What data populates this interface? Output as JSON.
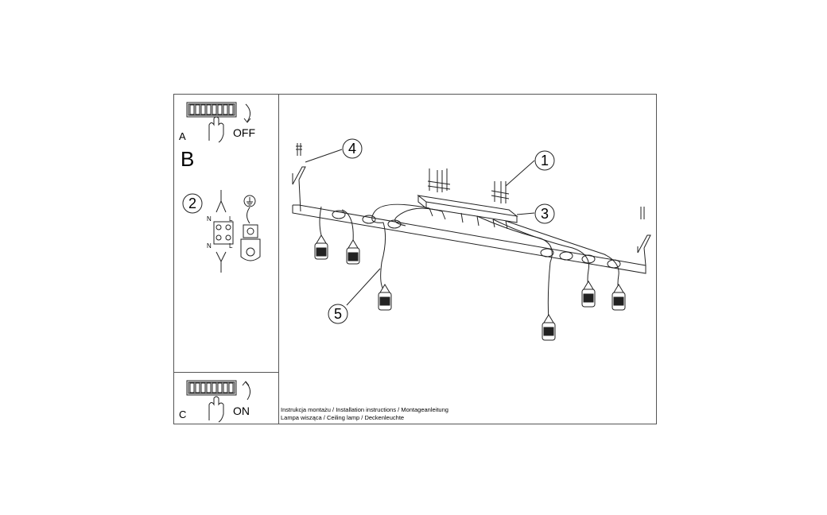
{
  "steps": {
    "a": {
      "letter": "A",
      "switch_text": "OFF"
    },
    "b": {
      "letter": "B",
      "wiring_callout": "2",
      "terminal_labels": {
        "n_top": "N",
        "l_top": "L",
        "n_bottom": "N",
        "l_bottom": "L"
      }
    },
    "c": {
      "letter": "C",
      "switch_text": "ON"
    }
  },
  "callouts": [
    "1",
    "2",
    "3",
    "4",
    "5"
  ],
  "caption": {
    "line1": "Instrukcja montażu / Installation instructions / Montageanleitung",
    "line2": "Lampa wisząca / Ceiling lamp / Deckenleuchte"
  },
  "icons": [
    "circuit-breaker-icon",
    "hand-icon",
    "rotation-arrow-icon",
    "ground-icon",
    "terminal-block-icon",
    "screw-icon",
    "pendant-socket-icon"
  ],
  "colors": {
    "line": "#222222",
    "border": "#555555",
    "background": "#ffffff"
  }
}
